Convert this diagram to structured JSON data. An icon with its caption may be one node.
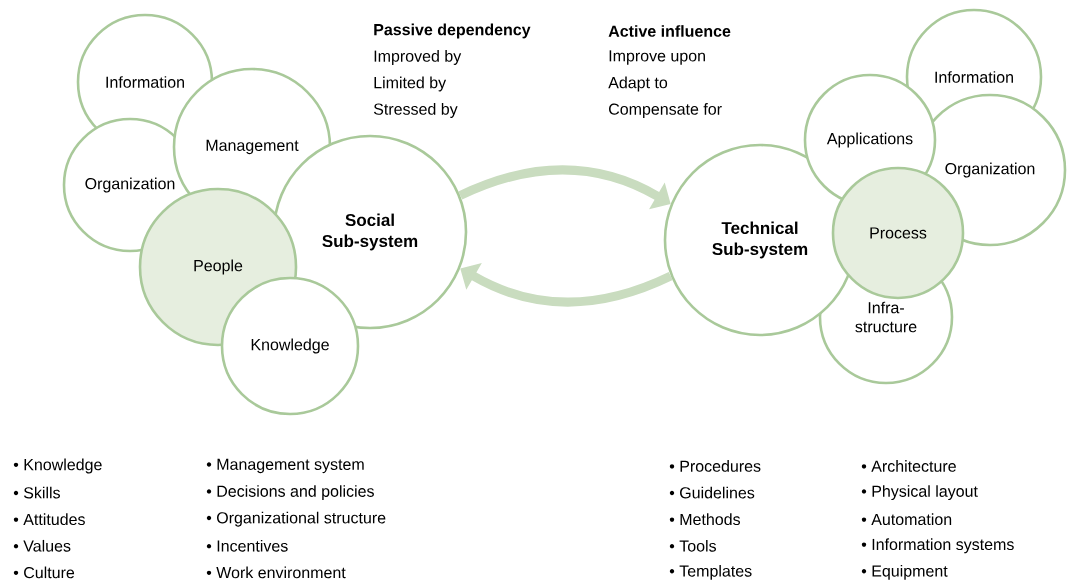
{
  "diagram": {
    "nodes": [
      {
        "text": [
          "Information"
        ]
      },
      {
        "text": [
          "Management"
        ]
      },
      {
        "text": [
          "Organization"
        ]
      },
      {
        "text": [
          "Social Sub-system"
        ]
      },
      {
        "text": [
          "People"
        ]
      },
      {
        "text": [
          "Knowledge"
        ]
      },
      {
        "text": [
          "Information"
        ]
      },
      {
        "text": [
          "Applications"
        ]
      },
      {
        "text": [
          "Organization"
        ]
      },
      {
        "text": [
          "Technical Sub-system"
        ]
      },
      {
        "text": [
          "Process"
        ]
      },
      {
        "text": [
          "Infra-structure"
        ]
      }
    ],
    "edges": [
      {
        "from": 3,
        "to": 9,
        "arrow": "to"
      },
      {
        "from": 9,
        "to": 3,
        "arrow": "to"
      }
    ],
    "labels": [
      "Passive dependency",
      "Improved by",
      "Limited by",
      "Stressed by",
      "Active influence",
      "Improve upon",
      "Adapt to",
      "Compensate for",
      "• Knowledge",
      "• Skills",
      "• Attitudes",
      "• Values",
      "• Culture",
      "• Management system",
      "• Decisions and policies",
      "• Organizational structure",
      "• Incentives",
      "• Work environment",
      "• Procedures",
      "• Guidelines",
      "• Methods",
      "• Tools",
      "• Templates",
      "• Architecture",
      "• Physical layout",
      "• Automation",
      "• Information systems",
      "• Equipment"
    ]
  }
}
